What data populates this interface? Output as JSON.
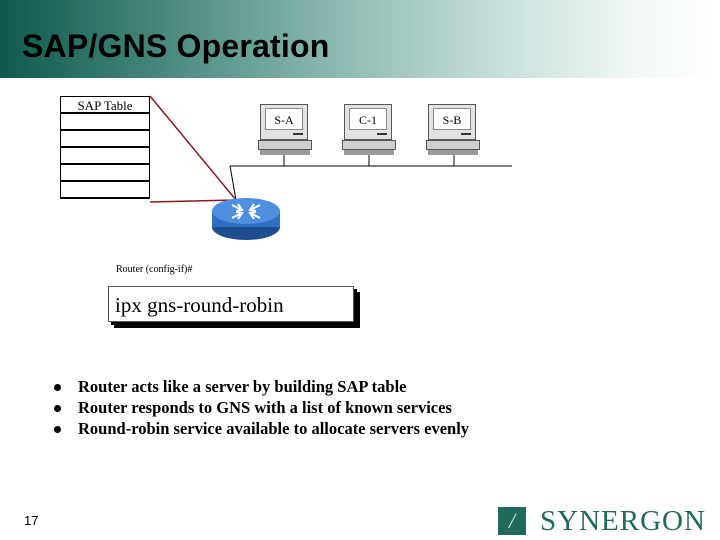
{
  "slide": {
    "title": "SAP/GNS Operation",
    "page_number": "17"
  },
  "diagram": {
    "sap_table_label": "SAP Table",
    "sap_table_empty_rows": 5,
    "nodes": [
      {
        "id": "s-a",
        "label": "S-A"
      },
      {
        "id": "c-1",
        "label": "C-1"
      },
      {
        "id": "s-b",
        "label": "S-B"
      }
    ],
    "router_prompt": "Router (config-if)#",
    "command": "ipx gns-round-robin",
    "colors": {
      "link_to_table": "#8b1a1a",
      "router_body": "#2e6fc4",
      "brand": "#1f6a5c"
    }
  },
  "bullets": [
    "Router acts like a server by building SAP table",
    "Router responds to GNS with a list of known services",
    "Round-robin service available to allocate servers evenly"
  ],
  "logo": {
    "mark": "/",
    "text": "SYNERGON"
  }
}
